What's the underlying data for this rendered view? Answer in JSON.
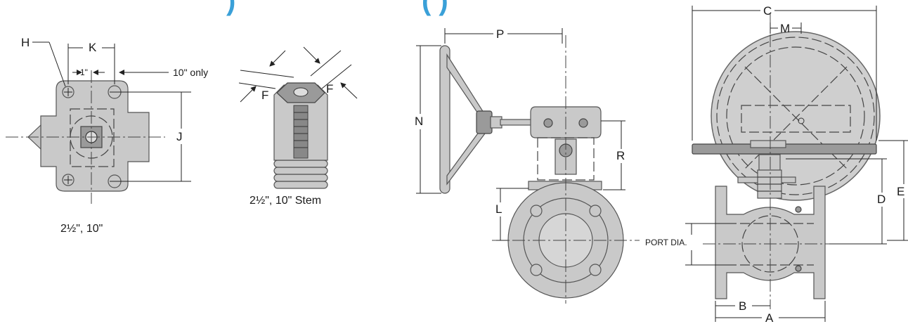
{
  "header": {
    "title_partial_left": ")",
    "title_partial_right": "(    )"
  },
  "view_mounting_pad": {
    "dims": {
      "H": "H",
      "K": "K",
      "one_inch": "1\"",
      "ten_only": "10\" only",
      "J": "J"
    },
    "caption": "2½\", 10\""
  },
  "view_stem": {
    "dims": {
      "F_left": "F",
      "F_right": "F"
    },
    "caption": "2½\", 10\" Stem"
  },
  "view_side": {
    "dims": {
      "P": "P",
      "N": "N",
      "R": "R",
      "L": "L"
    }
  },
  "view_front": {
    "dims": {
      "C": "C",
      "M": "M",
      "D": "D",
      "E": "E",
      "B": "B",
      "A": "A",
      "port_dia": "PORT DIA."
    }
  }
}
